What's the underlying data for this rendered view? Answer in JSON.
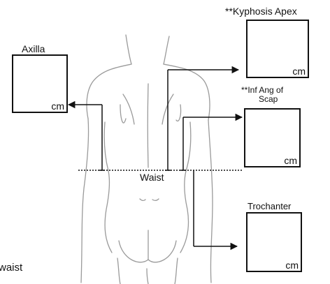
{
  "labels": {
    "kyphosis_apex": "**Kyphosis Apex",
    "axilla": "Axilla",
    "inf_ang_line1": "**Inf Ang of",
    "inf_ang_line2": "Scap",
    "waist": "Waist",
    "trochanter": "Trochanter",
    "cropped_waist": "waist"
  },
  "unit": "cm",
  "colors": {
    "line": "#111111",
    "body_outline": "#9a9a9a",
    "background": "#ffffff"
  }
}
